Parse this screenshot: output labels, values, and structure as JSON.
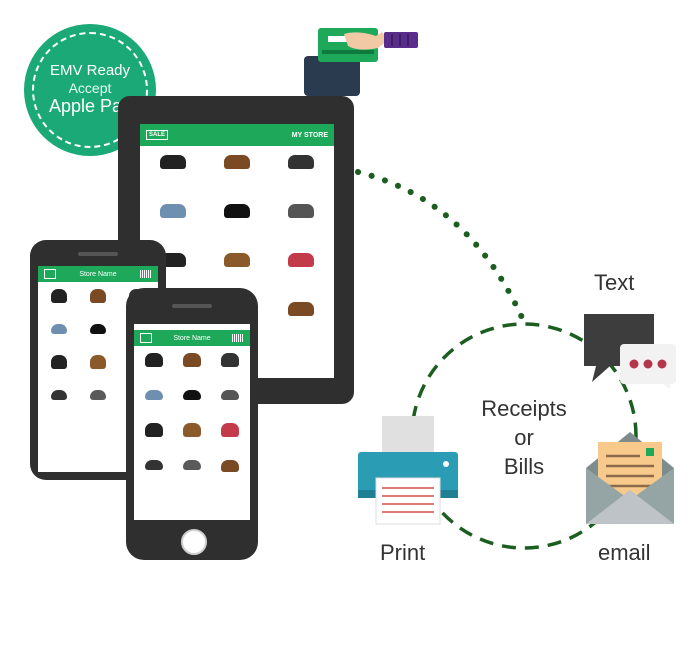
{
  "badge": {
    "line1": "EMV Ready",
    "line2": "Accept",
    "line3": "Apple Pay"
  },
  "tablet": {
    "header": "MY STORE",
    "sale": "SALE"
  },
  "phone1": {
    "header": "Store Name"
  },
  "phone2": {
    "header": "Store Name"
  },
  "labels": {
    "center_line1": "Receipts",
    "center_line2": "or",
    "center_line3": "Bills",
    "text": "Text",
    "print": "Print",
    "email": "email"
  },
  "colors": {
    "green": "#1ea85a",
    "badge": "#1aa977",
    "dark": "#2f2f2f",
    "dash": "#1b5e20",
    "teal": "#2a9db5",
    "envelope": "#7f8c8d",
    "letter": "#f7c98b"
  }
}
